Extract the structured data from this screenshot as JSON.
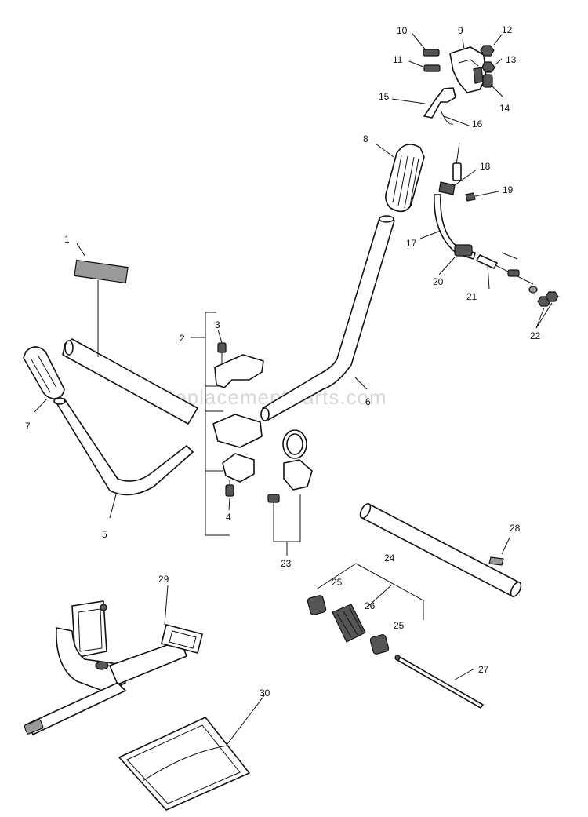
{
  "watermark": "eReplacementParts.com",
  "labels": {
    "p1": "1",
    "p2": "2",
    "p3": "3",
    "p4": "4",
    "p5": "5",
    "p6": "6",
    "p7": "7",
    "p8": "8",
    "p9": "9",
    "p10": "10",
    "p11": "11",
    "p12": "12",
    "p13": "13",
    "p14": "14",
    "p15": "15",
    "p16": "16",
    "p17": "17",
    "p18": "18",
    "p19": "19",
    "p20": "20",
    "p21": "21",
    "p22": "22",
    "p23": "23",
    "p24": "24",
    "p25a": "25",
    "p25b": "25",
    "p26": "26",
    "p27": "27",
    "p28": "28",
    "p29": "29",
    "p30": "30"
  }
}
